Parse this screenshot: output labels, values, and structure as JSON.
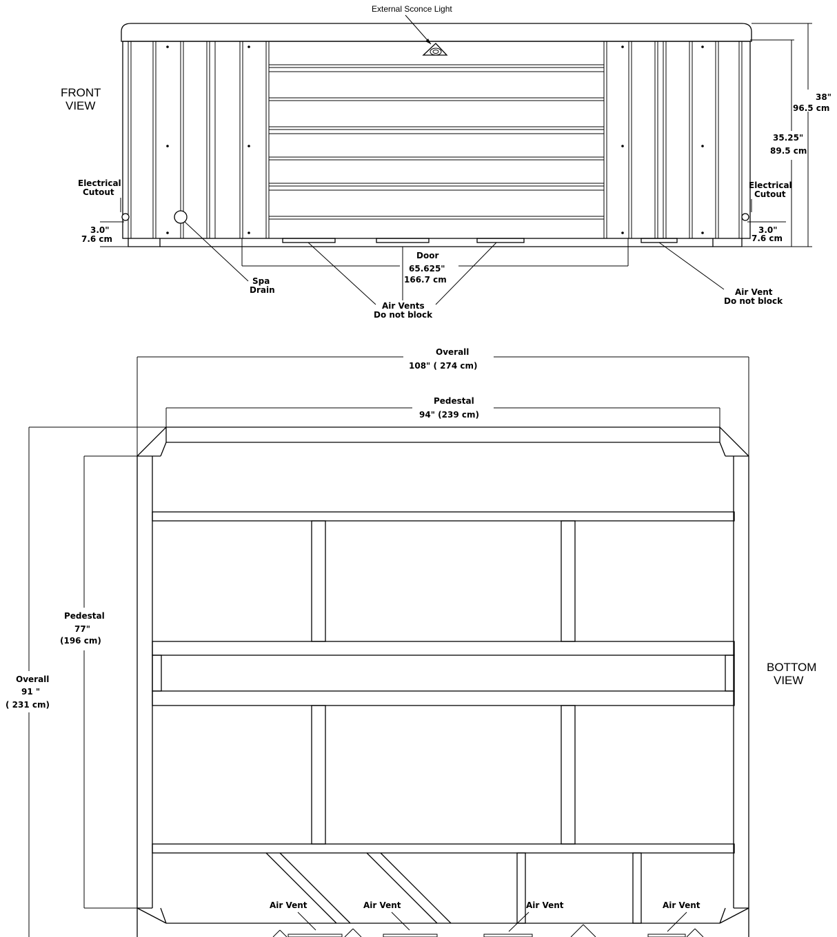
{
  "front_view": {
    "title_line1": "FRONT",
    "title_line2": "VIEW",
    "sconce_label": "External Sconce Light",
    "height_overall_in": "38\"",
    "height_overall_cm": "96.5 cm",
    "height_body_in": "35.25\"",
    "height_body_cm": "89.5 cm",
    "electrical_left_1": "Electrical",
    "electrical_left_2": "Cutout",
    "electrical_right_1": "Electrical",
    "electrical_right_2": "Cutout",
    "cutout_left_in": "3.0\"",
    "cutout_left_cm": "7.6 cm",
    "cutout_right_in": "3.0\"",
    "cutout_right_cm": "7.6 cm",
    "door_label": "Door",
    "door_in": "65.625\"",
    "door_cm": "166.7 cm",
    "spa_drain_1": "Spa",
    "spa_drain_2": "Drain",
    "air_vents_1": "Air Vents",
    "air_vents_2": "Do not block",
    "air_vent_right_1": "Air Vent",
    "air_vent_right_2": "Do not block"
  },
  "bottom_view": {
    "title_line1": "BOTTOM",
    "title_line2": "VIEW",
    "overall_width_label": "Overall",
    "overall_width_value": "108\" ( 274 cm)",
    "pedestal_width_label": "Pedestal",
    "pedestal_width_value": "94\" (239 cm)",
    "pedestal_depth_label": "Pedestal",
    "pedestal_depth_in": "77\"",
    "pedestal_depth_cm": "(196 cm)",
    "overall_depth_label": "Overall",
    "overall_depth_in": "91 \"",
    "overall_depth_cm": "( 231 cm)",
    "air_vent_labels": [
      "Air Vent",
      "Air Vent",
      "Air Vent",
      "Air Vent"
    ]
  }
}
